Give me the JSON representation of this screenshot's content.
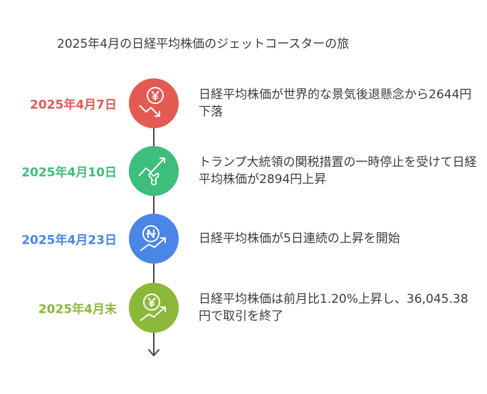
{
  "title": "2025年4月の日経平均株価のジェットコースターの旅",
  "events": [
    {
      "date": "2025年4月7日",
      "description": "日経平均株価が世界的な景気後退懸念から2644円下落",
      "color": "#e35a52",
      "icon": "yen-down-trend-icon"
    },
    {
      "date": "2025年4月10日",
      "description": "トランプ大統領の関税措置の一時停止を受けて日経平均株価が2894円上昇",
      "color": "#3dbe7c",
      "icon": "bull-up-trend-icon"
    },
    {
      "date": "2025年4月23日",
      "description": "日経平均株価が5日連続の上昇を開始",
      "color": "#4a86e8",
      "icon": "currency-up-trend-icon"
    },
    {
      "date": "2025年4月末",
      "description": "日経平均株価は前月比1.20%上昇し、36,045.38円で取引を終了",
      "color": "#8cb83a",
      "icon": "yen-up-trend-icon"
    }
  ]
}
